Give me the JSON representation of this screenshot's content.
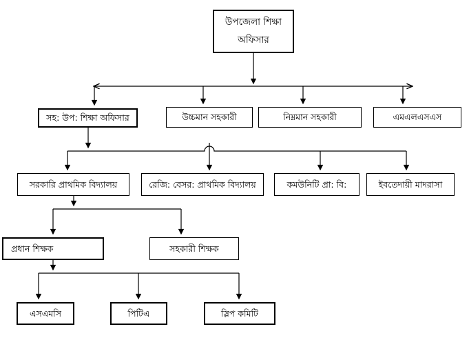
{
  "diagram": {
    "type": "org-hierarchy-flowchart",
    "nodes": {
      "upazila_education_officer": "উপজেলা শিক্ষা অফিসার",
      "assistant_upazila_education_officer": "সহ: উপ: শিক্ষা অফিসার",
      "higher_grade_assistant": "উচ্চমান সহকারী",
      "lower_grade_assistant": "নিম্নমান সহকারী",
      "mlss": "এমএলএসএস",
      "govt_primary_school": "সরকারি প্রাথমিক বিদ্যালয়",
      "regd_non_govt_primary_school": "রেজি: বেসর: প্রাথমিক বিদ্যালয়",
      "community_primary_school": "কমউনিটি প্রা: বি:",
      "ibtedayee_madrasa": "ইবতেদায়ী মাদরাসা",
      "head_teacher": "প্রধান শিক্ষক",
      "assistant_teacher": "সহকারী শিক্ষক",
      "smc": "এসএমসি",
      "pta": "পিটিএ",
      "slip_committee": "স্লিপ কমিটি"
    },
    "edges": [
      {
        "from": "upazila_education_officer",
        "to": [
          "assistant_upazila_education_officer",
          "higher_grade_assistant",
          "lower_grade_assistant",
          "mlss"
        ]
      },
      {
        "from": "assistant_upazila_education_officer",
        "to": [
          "govt_primary_school",
          "regd_non_govt_primary_school",
          "community_primary_school",
          "ibtedayee_madrasa"
        ]
      },
      {
        "from": "govt_primary_school",
        "to": [
          "head_teacher",
          "assistant_teacher"
        ]
      },
      {
        "from": "head_teacher",
        "to": [
          "smc",
          "pta",
          "slip_committee"
        ]
      }
    ],
    "colors": {
      "background": "#ffffff",
      "box_fill": "#ffffff",
      "box_border": "#000000",
      "connector": "#000000",
      "text": "#000000"
    }
  }
}
